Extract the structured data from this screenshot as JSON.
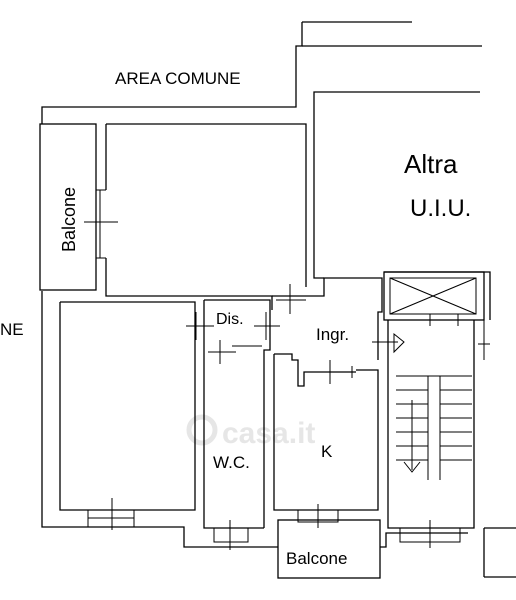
{
  "floorplan": {
    "labels": {
      "area_comune": "AREA COMUNE",
      "area_comune_cut": "NE",
      "altra_line1": "Altra",
      "altra_line2": "U.I.U.",
      "balcone_left": "Balcone",
      "balcone_bottom": "Balcone",
      "disimpegno": "Dis.",
      "ingresso": "Ingr.",
      "wc": "W.C.",
      "kitchen": "K"
    },
    "watermark": {
      "text": "casa.it"
    }
  }
}
